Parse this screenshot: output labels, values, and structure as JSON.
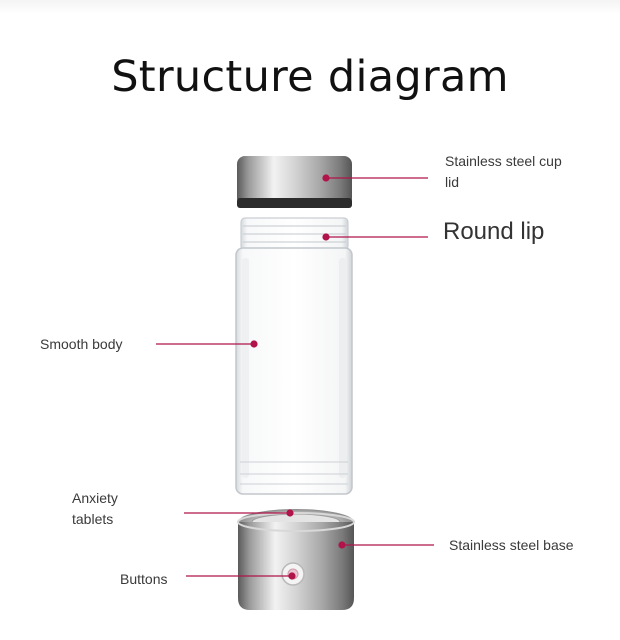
{
  "title": "Structure diagram",
  "labels": {
    "lid": "Stainless steel cup lid",
    "lip": "Round lip",
    "body": "Smooth body",
    "tablets": "Anxiety tablets",
    "base": "Stainless steel base",
    "buttons": "Buttons"
  },
  "colors": {
    "leader_line": "#b0144a",
    "steel_light": "#e8e8e8",
    "steel_dark": "#6e6e6e",
    "glass_edge": "#c9ced3"
  }
}
